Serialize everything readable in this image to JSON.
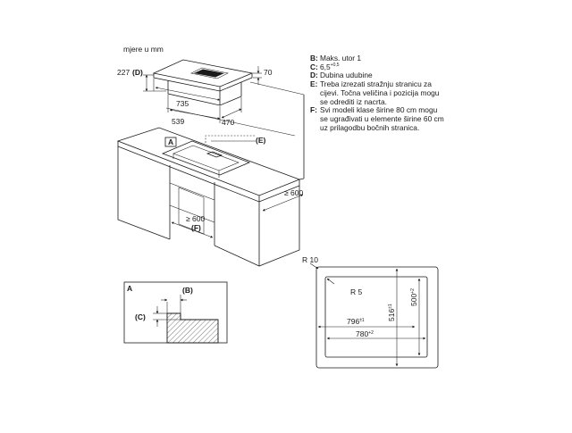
{
  "units_label": "mjere u mm",
  "legend": [
    {
      "key": "B:",
      "text": "Maks. utor 1"
    },
    {
      "key": "C:",
      "text": "6,5",
      "sup": "+0,5"
    },
    {
      "key": "D:",
      "text": "Dubina udubine"
    },
    {
      "key": "E:",
      "text": "Treba izrezati stražnju stranicu za\ncijevi. Točna veličina i pozicija mogu\nse odrediti iz nacrta."
    },
    {
      "key": "F:",
      "text": "Svi modeli klase širine 80 cm mogu\nse ugrađivati u elemente širine 60 cm\nuz prilagodbu bočnih stranica."
    }
  ],
  "top_unit": {
    "depth_label": "227",
    "depth_marker": "(D)",
    "height_label": "70",
    "width_label": "735",
    "inner_width_label": "539",
    "inner_depth_label": "470"
  },
  "counter": {
    "marker_a": "A",
    "marker_e": "(E)",
    "front_dim": "≥ 600",
    "cabinet_dim": "≥ 600",
    "marker_f": "(F)"
  },
  "detail": {
    "title": "A",
    "marker_b": "(B)",
    "marker_c": "(C)"
  },
  "cutout": {
    "outer_radius": "R 10",
    "inner_radius": "R 5",
    "dim_796": "796",
    "dim_796_tol": "±1",
    "dim_780": "780",
    "dim_780_tol": "+2",
    "dim_516": "516",
    "dim_516_tol": "±1",
    "dim_500": "500",
    "dim_500_tol": "+2"
  }
}
